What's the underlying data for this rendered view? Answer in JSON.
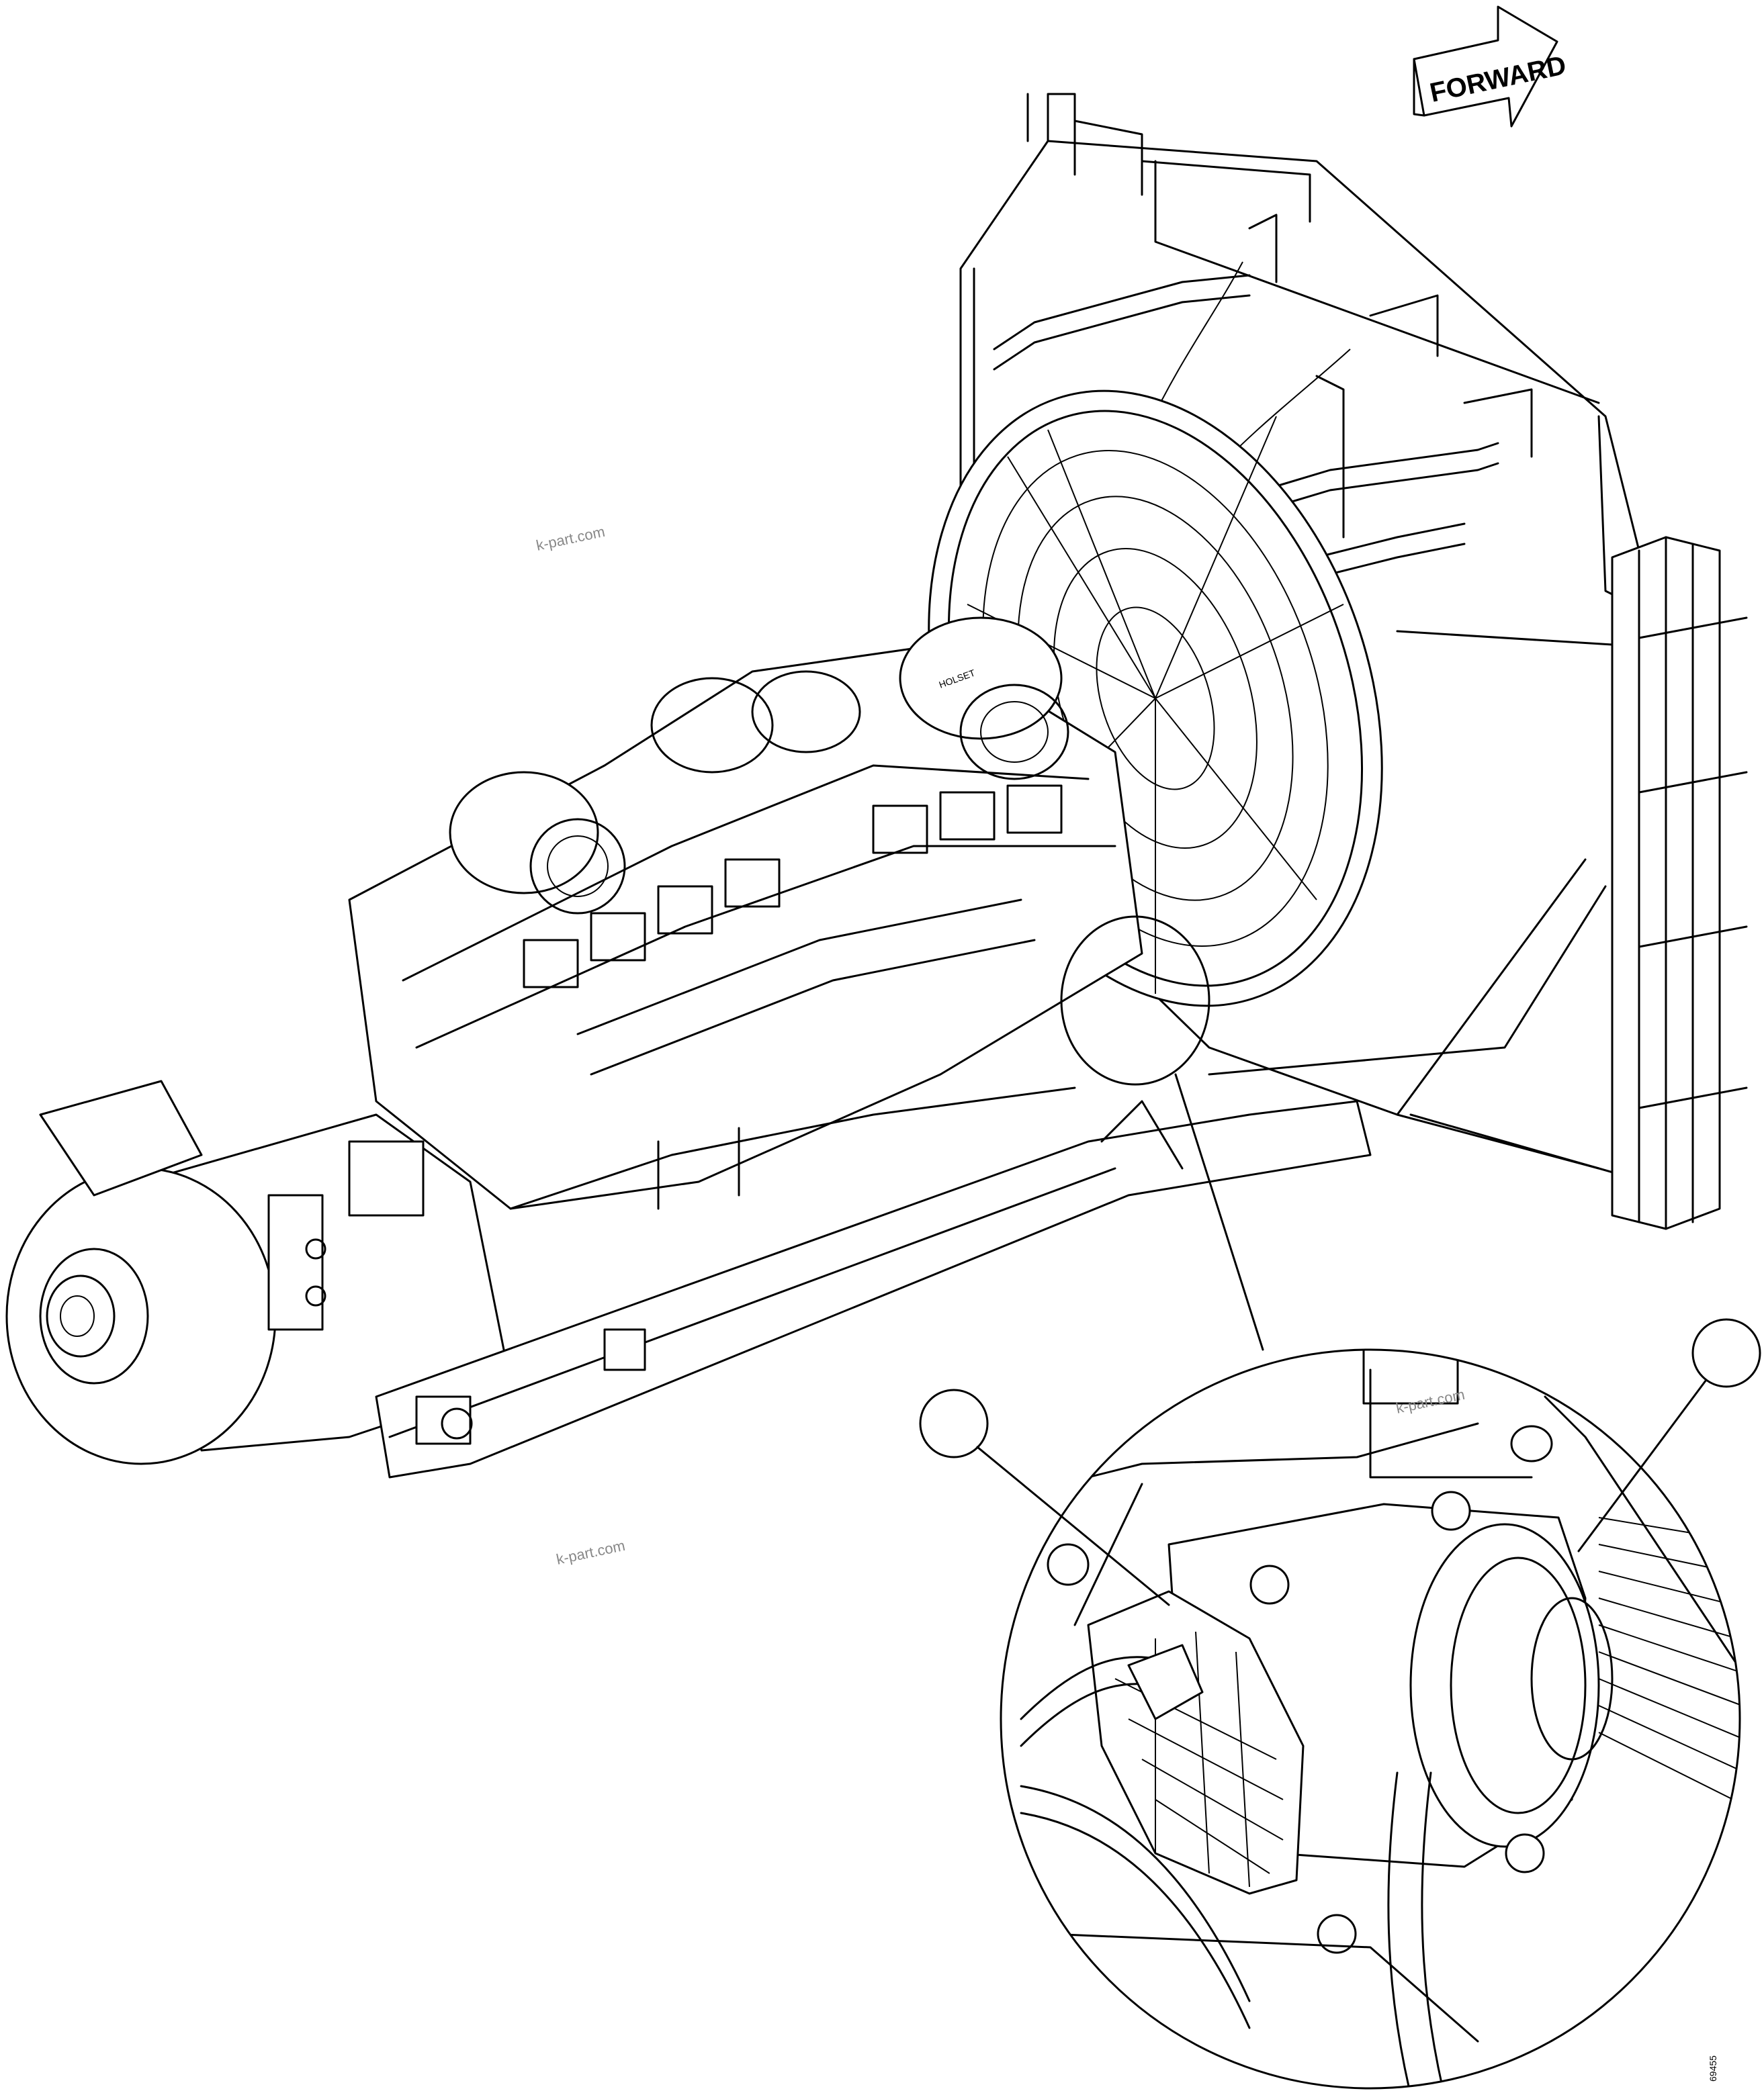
{
  "direction_arrow": {
    "label": "FORWARD"
  },
  "watermarks": [
    "k-part.com",
    "k-part.com",
    "k-part.com"
  ],
  "turbo_brand": "HOLSET",
  "figure_code": "69455"
}
